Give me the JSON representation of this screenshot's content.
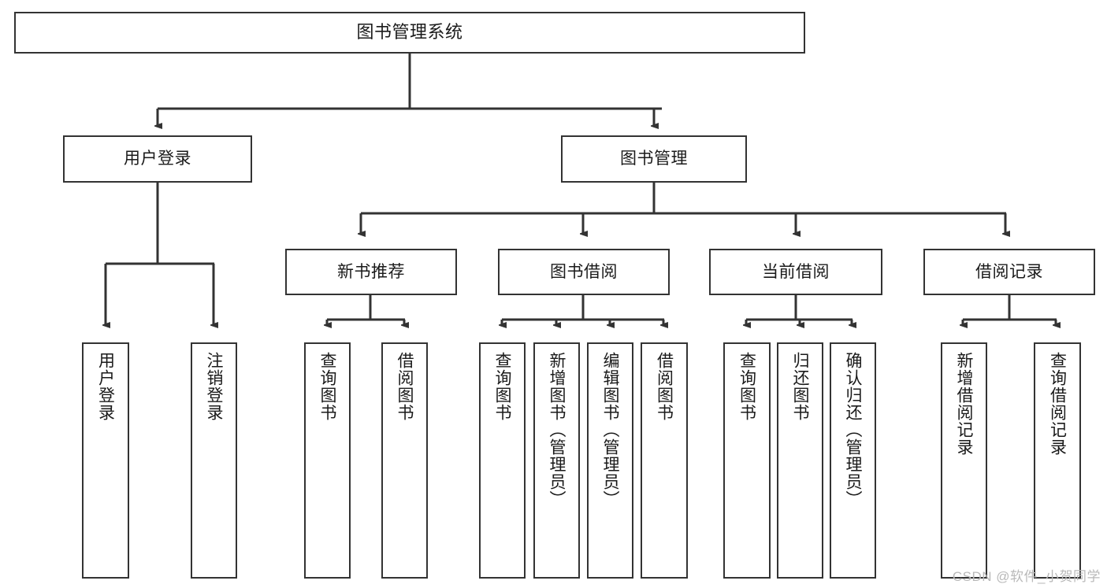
{
  "diagram": {
    "title": "图书管理系统",
    "type": "functional-structure-tree",
    "root": {
      "id": "root",
      "label": "图书管理系统"
    },
    "level1": [
      {
        "id": "user-login",
        "label": "用户登录"
      },
      {
        "id": "book-management",
        "label": "图书管理"
      }
    ],
    "level2": [
      {
        "id": "new-book-recommend",
        "label": "新书推荐",
        "parent": "book-management"
      },
      {
        "id": "book-borrow",
        "label": "图书借阅",
        "parent": "book-management"
      },
      {
        "id": "current-borrow",
        "label": "当前借阅",
        "parent": "book-management"
      },
      {
        "id": "borrow-record",
        "label": "借阅记录",
        "parent": "book-management"
      }
    ],
    "leaves": [
      {
        "id": "leaf-user-login",
        "label": "用户登录",
        "parent": "user-login"
      },
      {
        "id": "leaf-logout",
        "label": "注销登录",
        "parent": "user-login"
      },
      {
        "id": "leaf-query-book-1",
        "label": "查询图书",
        "parent": "new-book-recommend"
      },
      {
        "id": "leaf-borrow-book-1",
        "label": "借阅图书",
        "parent": "new-book-recommend"
      },
      {
        "id": "leaf-query-book-2",
        "label": "查询图书",
        "parent": "book-borrow"
      },
      {
        "id": "leaf-add-book",
        "label": "新增图书（管理员）",
        "parent": "book-borrow"
      },
      {
        "id": "leaf-edit-book",
        "label": "编辑图书（管理员）",
        "parent": "book-borrow"
      },
      {
        "id": "leaf-borrow-book-2",
        "label": "借阅图书",
        "parent": "book-borrow"
      },
      {
        "id": "leaf-query-book-3",
        "label": "查询图书",
        "parent": "current-borrow"
      },
      {
        "id": "leaf-return-book",
        "label": "归还图书",
        "parent": "current-borrow"
      },
      {
        "id": "leaf-confirm-return",
        "label": "确认归还（管理员）",
        "parent": "current-borrow"
      },
      {
        "id": "leaf-add-record",
        "label": "新增借阅记录",
        "parent": "borrow-record"
      },
      {
        "id": "leaf-query-record",
        "label": "查询借阅记录",
        "parent": "borrow-record"
      }
    ],
    "colors": {
      "stroke": "#333333",
      "background": "#ffffff",
      "text": "#1a1a1a",
      "watermark": "#b9b9b9"
    }
  },
  "watermark": {
    "text": "CSDN @软件_小贺同学"
  }
}
